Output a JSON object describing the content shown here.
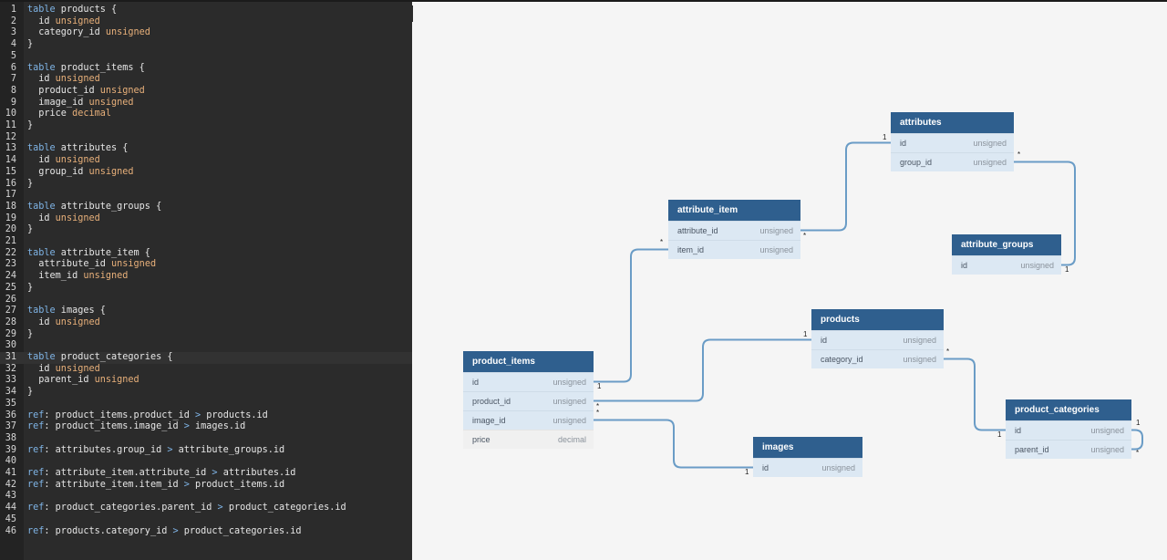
{
  "editor": {
    "collapse_icon": "chevron-left-icon",
    "collapse_glyph": "‹",
    "active_line": 31,
    "lines": [
      "table products {",
      "  id unsigned",
      "  category_id unsigned",
      "}",
      "",
      "table product_items {",
      "  id unsigned",
      "  product_id unsigned",
      "  image_id unsigned",
      "  price decimal",
      "}",
      "",
      "table attributes {",
      "  id unsigned",
      "  group_id unsigned",
      "}",
      "",
      "table attribute_groups {",
      "  id unsigned",
      "}",
      "",
      "table attribute_item {",
      "  attribute_id unsigned",
      "  item_id unsigned",
      "}",
      "",
      "table images {",
      "  id unsigned",
      "}",
      "",
      "table product_categories {",
      "  id unsigned",
      "  parent_id unsigned",
      "}",
      "",
      "ref: product_items.product_id > products.id",
      "ref: product_items.image_id > images.id",
      "",
      "ref: attributes.group_id > attribute_groups.id",
      "",
      "ref: attribute_item.attribute_id > attributes.id",
      "ref: attribute_item.item_id > product_items.id",
      "",
      "ref: product_categories.parent_id > product_categories.id",
      "",
      "ref: products.category_id > product_categories.id"
    ]
  },
  "diagram": {
    "colors": {
      "header": "#2f5f8e",
      "row": "#dce8f3",
      "wire": "#6a9cc6"
    },
    "tables": [
      {
        "name": "attributes",
        "fields": [
          {
            "name": "id",
            "type": "unsigned"
          },
          {
            "name": "group_id",
            "type": "unsigned"
          }
        ]
      },
      {
        "name": "attribute_item",
        "fields": [
          {
            "name": "attribute_id",
            "type": "unsigned"
          },
          {
            "name": "item_id",
            "type": "unsigned"
          }
        ]
      },
      {
        "name": "attribute_groups",
        "fields": [
          {
            "name": "id",
            "type": "unsigned"
          }
        ]
      },
      {
        "name": "products",
        "fields": [
          {
            "name": "id",
            "type": "unsigned"
          },
          {
            "name": "category_id",
            "type": "unsigned"
          }
        ]
      },
      {
        "name": "product_items",
        "fields": [
          {
            "name": "id",
            "type": "unsigned"
          },
          {
            "name": "product_id",
            "type": "unsigned"
          },
          {
            "name": "image_id",
            "type": "unsigned"
          },
          {
            "name": "price",
            "type": "decimal",
            "plain": true
          }
        ]
      },
      {
        "name": "product_categories",
        "fields": [
          {
            "name": "id",
            "type": "unsigned"
          },
          {
            "name": "parent_id",
            "type": "unsigned"
          }
        ]
      },
      {
        "name": "images",
        "fields": [
          {
            "name": "id",
            "type": "unsigned"
          }
        ]
      }
    ],
    "relations": [
      {
        "from": "attribute_item.attribute_id",
        "to": "attributes.id",
        "from_card": "*",
        "to_card": "1"
      },
      {
        "from": "attributes.group_id",
        "to": "attribute_groups.id",
        "from_card": "*",
        "to_card": "1"
      },
      {
        "from": "attribute_item.item_id",
        "to": "product_items.id",
        "from_card": "*",
        "to_card": "1"
      },
      {
        "from": "product_items.product_id",
        "to": "products.id",
        "from_card": "*",
        "to_card": "1"
      },
      {
        "from": "product_items.image_id",
        "to": "images.id",
        "from_card": "*",
        "to_card": "1"
      },
      {
        "from": "products.category_id",
        "to": "product_categories.id",
        "from_card": "*",
        "to_card": "1"
      },
      {
        "from": "product_categories.parent_id",
        "to": "product_categories.id",
        "from_card": "*",
        "to_card": "1"
      }
    ]
  }
}
